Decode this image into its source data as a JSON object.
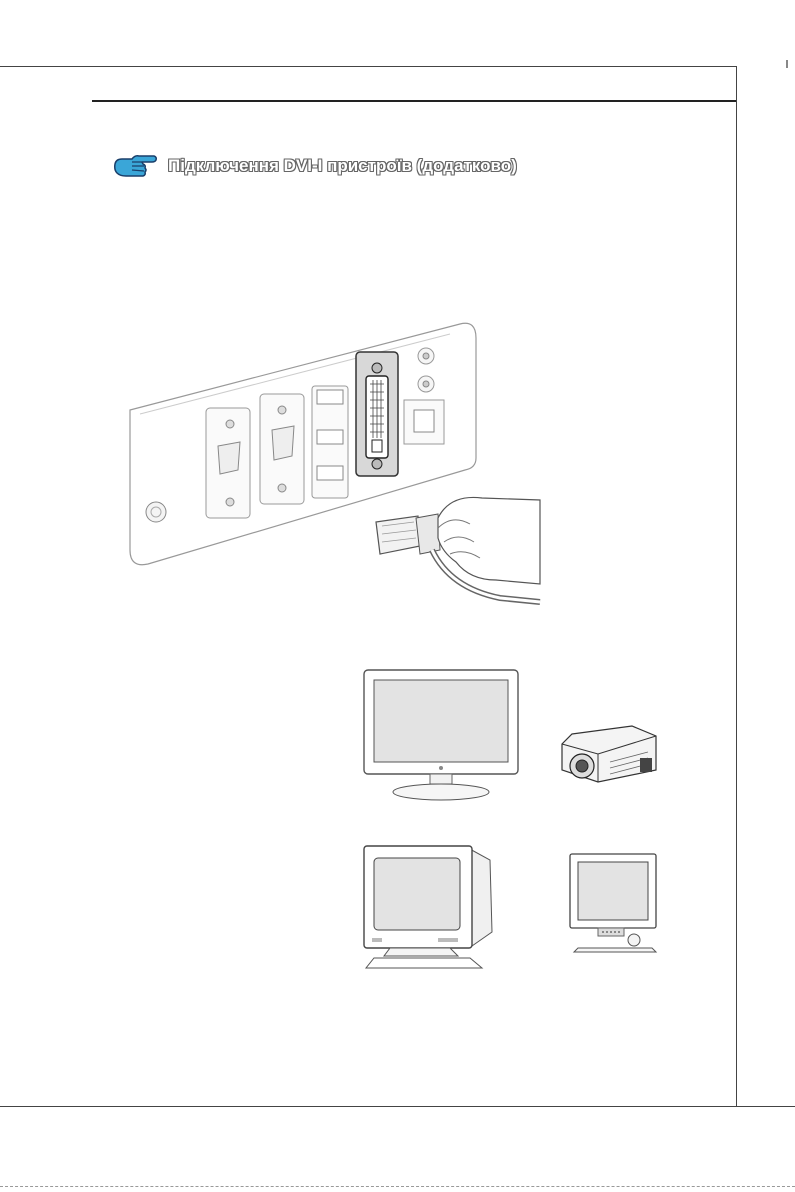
{
  "section": {
    "title": "Підключення DVI-I пристроїв (додатково)",
    "icon": "pointing-hand-icon"
  },
  "illustrations": {
    "back_panel": "back-panel-dvi-port-illustration",
    "devices": [
      "widescreen-lcd-monitor",
      "projector",
      "crt-monitor",
      "lcd-monitor"
    ]
  }
}
